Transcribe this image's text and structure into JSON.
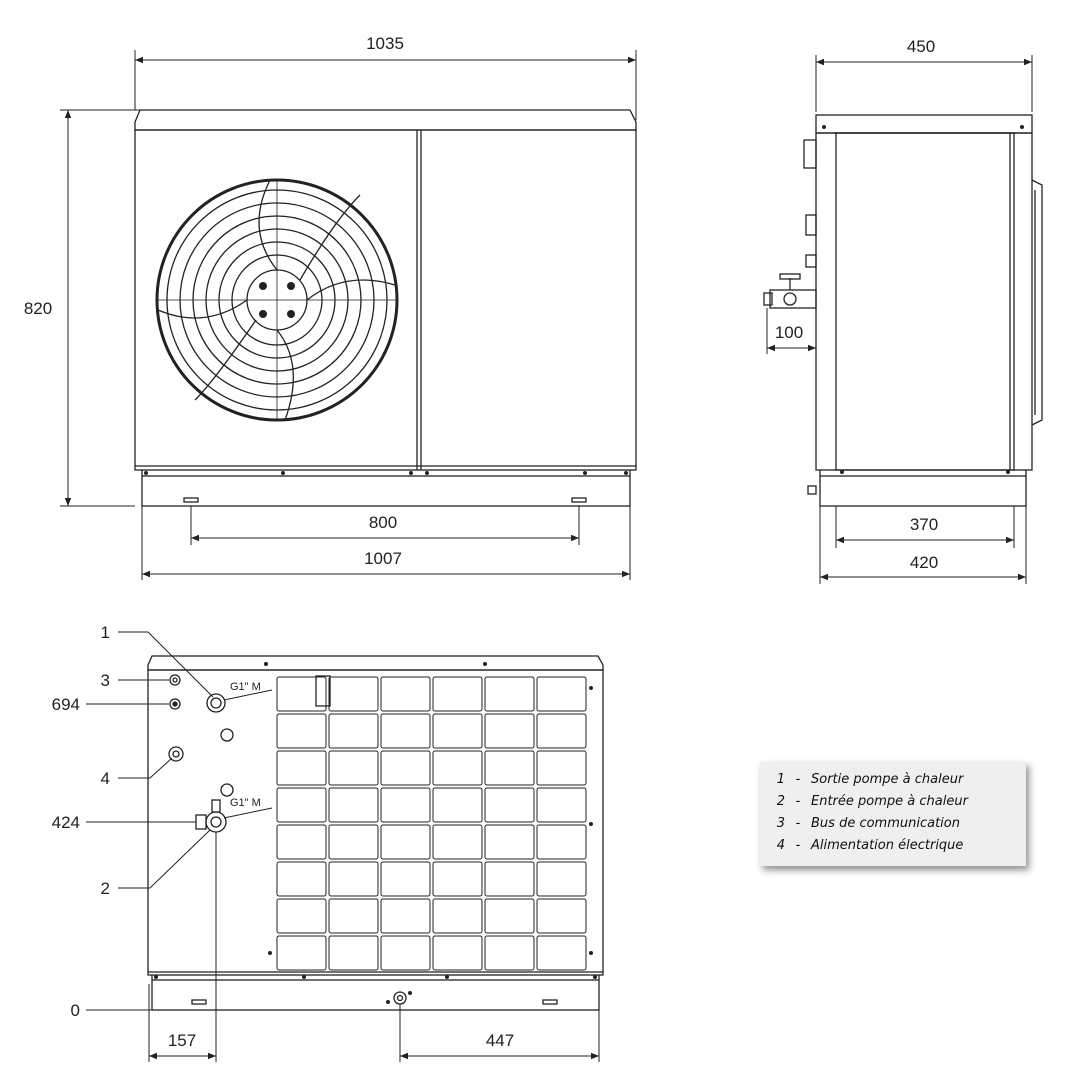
{
  "front_view": {
    "width_top": "1035",
    "height": "820",
    "feet_spacing": "800",
    "base_width": "1007"
  },
  "side_view": {
    "depth_top": "450",
    "valve_offset": "100",
    "feet_spacing": "370",
    "base_depth": "420"
  },
  "rear_view": {
    "callouts": [
      "1",
      "3",
      "4",
      "2"
    ],
    "heights": [
      "694",
      "424",
      "0"
    ],
    "widths": [
      "157",
      "447"
    ],
    "connection_label_upper": "G1\" M",
    "connection_label_lower": "G1\" M"
  },
  "legend": [
    {
      "num": "1",
      "sep": "-",
      "text": "Sortie pompe à chaleur"
    },
    {
      "num": "2",
      "sep": "-",
      "text": "Entrée pompe à chaleur"
    },
    {
      "num": "3",
      "sep": "-",
      "text": "Bus de communication"
    },
    {
      "num": "4",
      "sep": "-",
      "text": "Alimentation électrique"
    }
  ]
}
